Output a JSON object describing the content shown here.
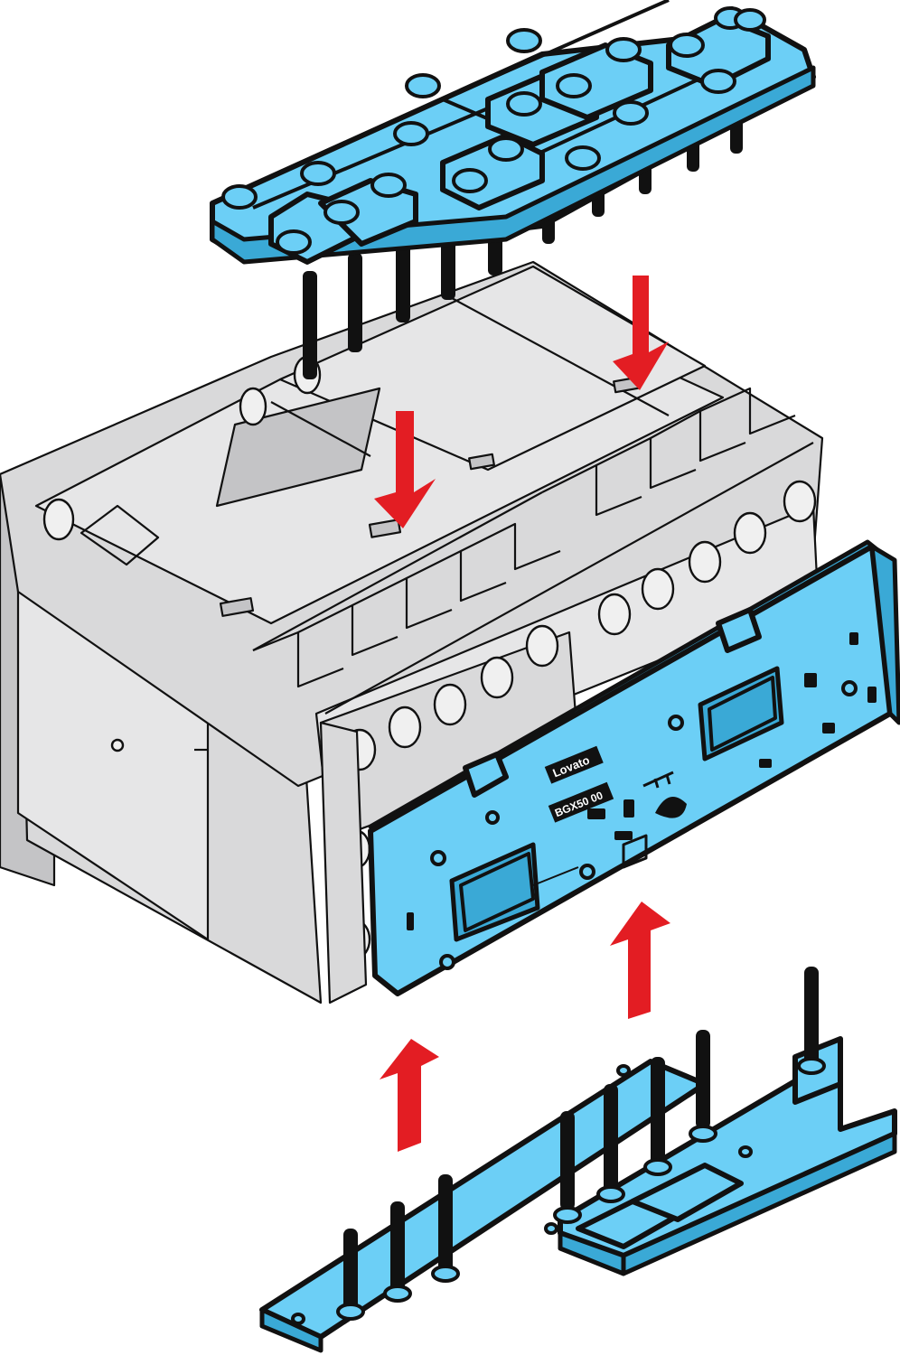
{
  "module": {
    "brand_label": "Lovato",
    "model_label": "BGX50 00"
  },
  "colors": {
    "component_blue": "#6ccff6",
    "body_grey": "#d9d9da",
    "arrow_red": "#e31d23",
    "outline": "#111111"
  },
  "arrows": [
    {
      "direction": "down"
    },
    {
      "direction": "down"
    },
    {
      "direction": "up"
    },
    {
      "direction": "up"
    }
  ]
}
